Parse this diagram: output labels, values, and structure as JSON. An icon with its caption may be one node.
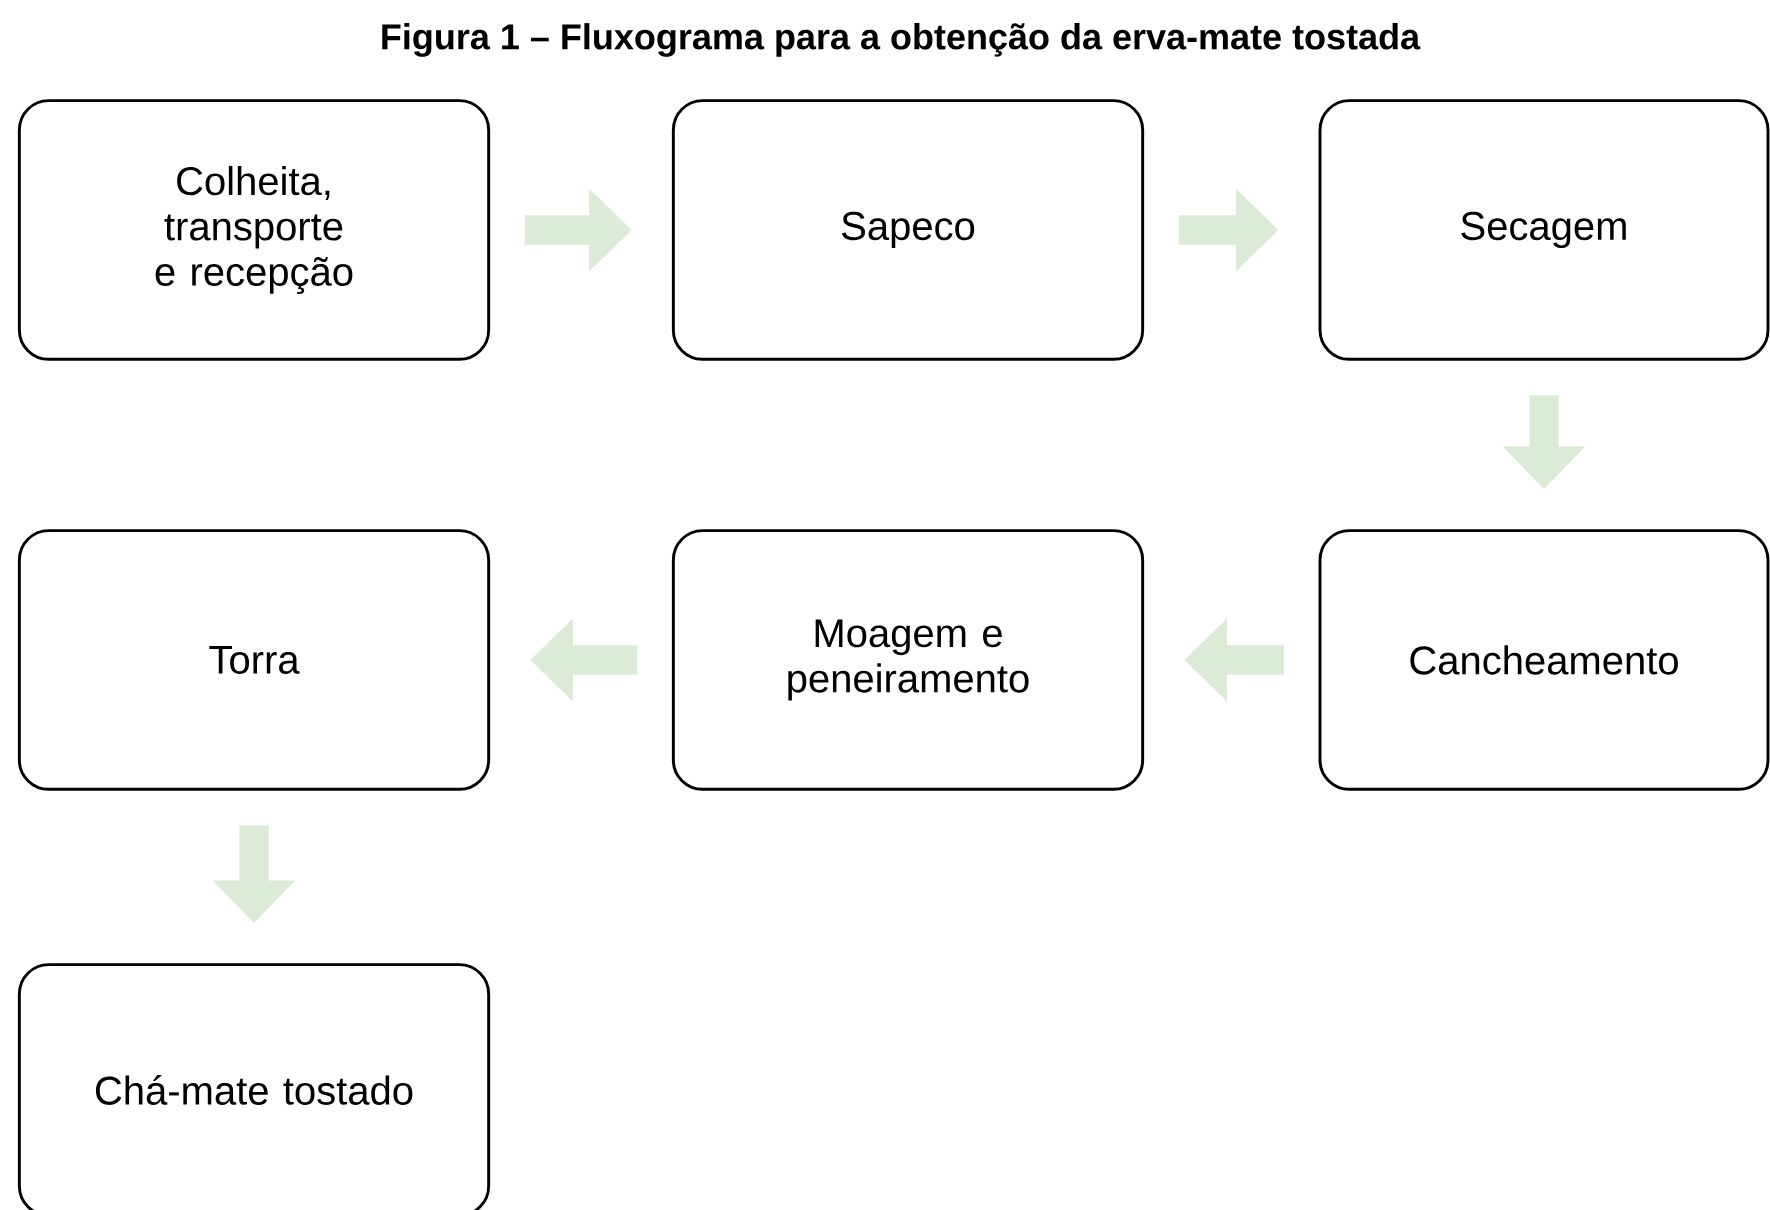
{
  "diagram": {
    "title": "Figura 1 – Fluxograma para a obtenção da erva-mate tostada",
    "nodes": [
      {
        "text": [
          "Colheita, transporte e recepção"
        ]
      },
      {
        "text": [
          "Sapeco"
        ]
      },
      {
        "text": [
          "Secagem"
        ]
      },
      {
        "text": [
          "Torra"
        ]
      },
      {
        "text": [
          "Moagem e peneiramento"
        ]
      },
      {
        "text": [
          "Cancheamento"
        ]
      },
      {
        "text": [
          "Chá-mate tostado"
        ]
      }
    ],
    "edges": [
      {
        "from": 0,
        "to": 1,
        "arrow": "to"
      },
      {
        "from": 1,
        "to": 2,
        "arrow": "to"
      },
      {
        "from": 2,
        "to": 5,
        "arrow": "to"
      },
      {
        "from": 5,
        "to": 4,
        "arrow": "to"
      },
      {
        "from": 4,
        "to": 3,
        "arrow": "to"
      },
      {
        "from": 3,
        "to": 6,
        "arrow": "to"
      }
    ]
  }
}
